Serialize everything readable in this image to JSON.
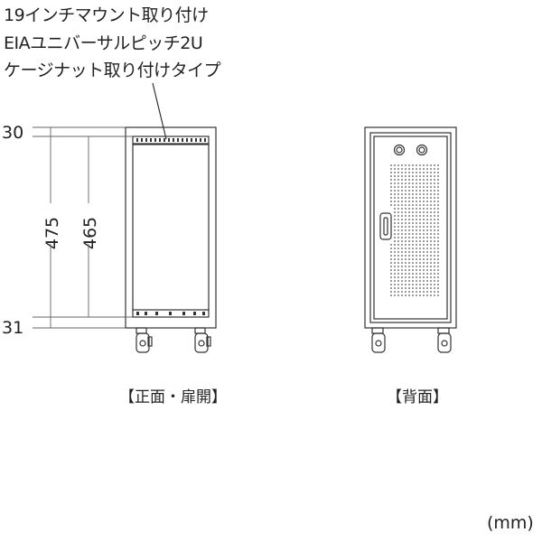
{
  "callout": {
    "line1": "19インチマウント取り付け",
    "line2": "EIAユニバーサルピッチ2U",
    "line3": "ケージナット取り付けタイプ"
  },
  "dimensions": {
    "top_margin": "30",
    "outer_height": "475",
    "inner_height": "465",
    "bottom_margin": "31"
  },
  "captions": {
    "front": "【正面・扉開】",
    "back": "【背面】"
  },
  "unit": "(mm)"
}
